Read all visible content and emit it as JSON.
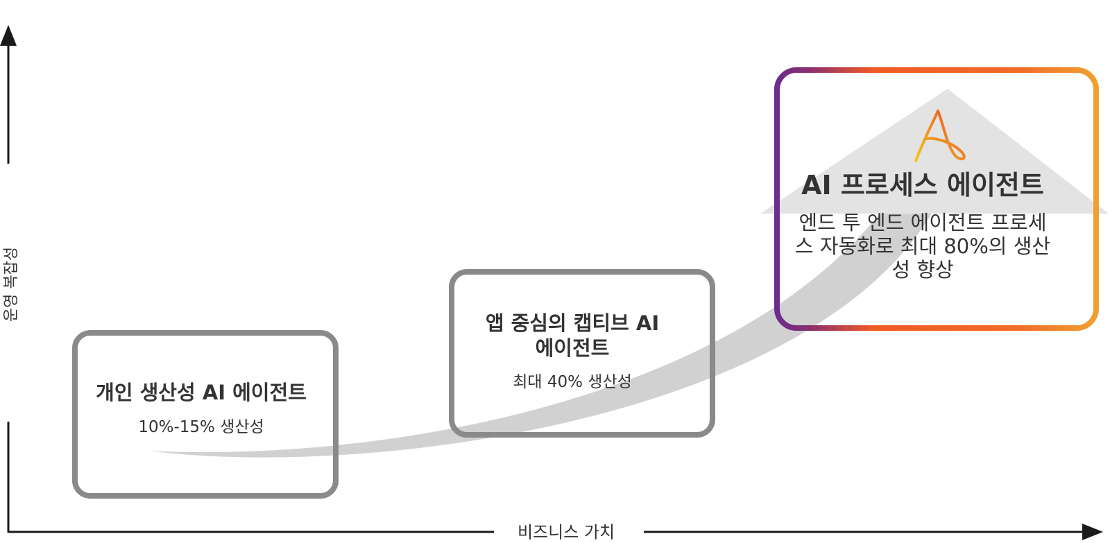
{
  "axes": {
    "y_label": "운영 복잡성",
    "x_label": "비즈니스 가치"
  },
  "stages": [
    {
      "title": "개인 생산성 AI 에이전트",
      "subtitle": "10%-15% 생산성"
    },
    {
      "title_line1": "앱 중심의 캡티브 AI",
      "title_line2": "에이전트",
      "subtitle": "최대 40% 생산성"
    },
    {
      "title": "AI 프로세스 에이전트",
      "subtitle": "엔드 투 엔드 에이전트 프로세스 자동화로 최대 80%의 생산성 향상"
    }
  ],
  "colors": {
    "axis": "#1a1a1a",
    "box_border": "#8a8a8a",
    "arrow_fill": "#cfcfcf",
    "arrow_head": "#e2e2e2",
    "gradient_purple": "#6b2d8e",
    "gradient_orange": "#f05a24",
    "gradient_amber": "#f0a030",
    "logo_icon": "automation-anywhere-a-icon"
  }
}
